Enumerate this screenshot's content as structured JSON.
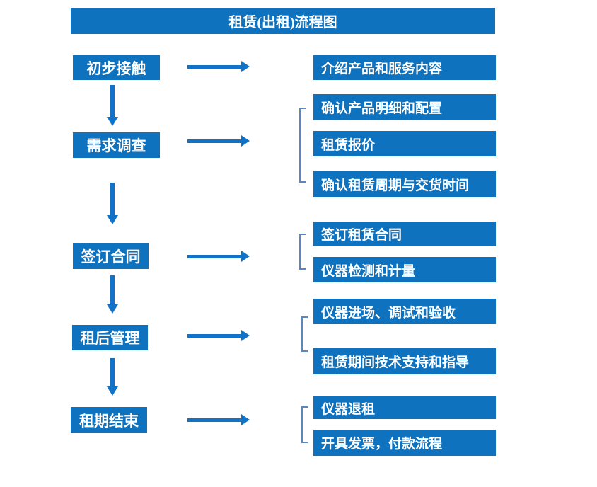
{
  "title": "租赁(出租)流程图",
  "colors": {
    "box_blue": "#0e72be",
    "arrow_blue": "#1173c8",
    "bracket_blue": "#5b87c0",
    "text_white": "#ffffff",
    "background": "#ffffff"
  },
  "stages": [
    {
      "label": "初步接触",
      "outputs": [
        "介绍产品和服务内容"
      ]
    },
    {
      "label": "需求调查",
      "outputs": [
        "确认产品明细和配置",
        "租赁报价",
        "确认租赁周期与交货时间"
      ]
    },
    {
      "label": "签订合同",
      "outputs": [
        "签订租赁合同",
        "仪器检测和计量"
      ]
    },
    {
      "label": "租后管理",
      "outputs": [
        "仪器进场、调试和验收",
        "租赁期间技术支持和指导"
      ]
    },
    {
      "label": "租期结束",
      "outputs": [
        "仪器退租",
        "开具发票，付款流程"
      ]
    }
  ]
}
